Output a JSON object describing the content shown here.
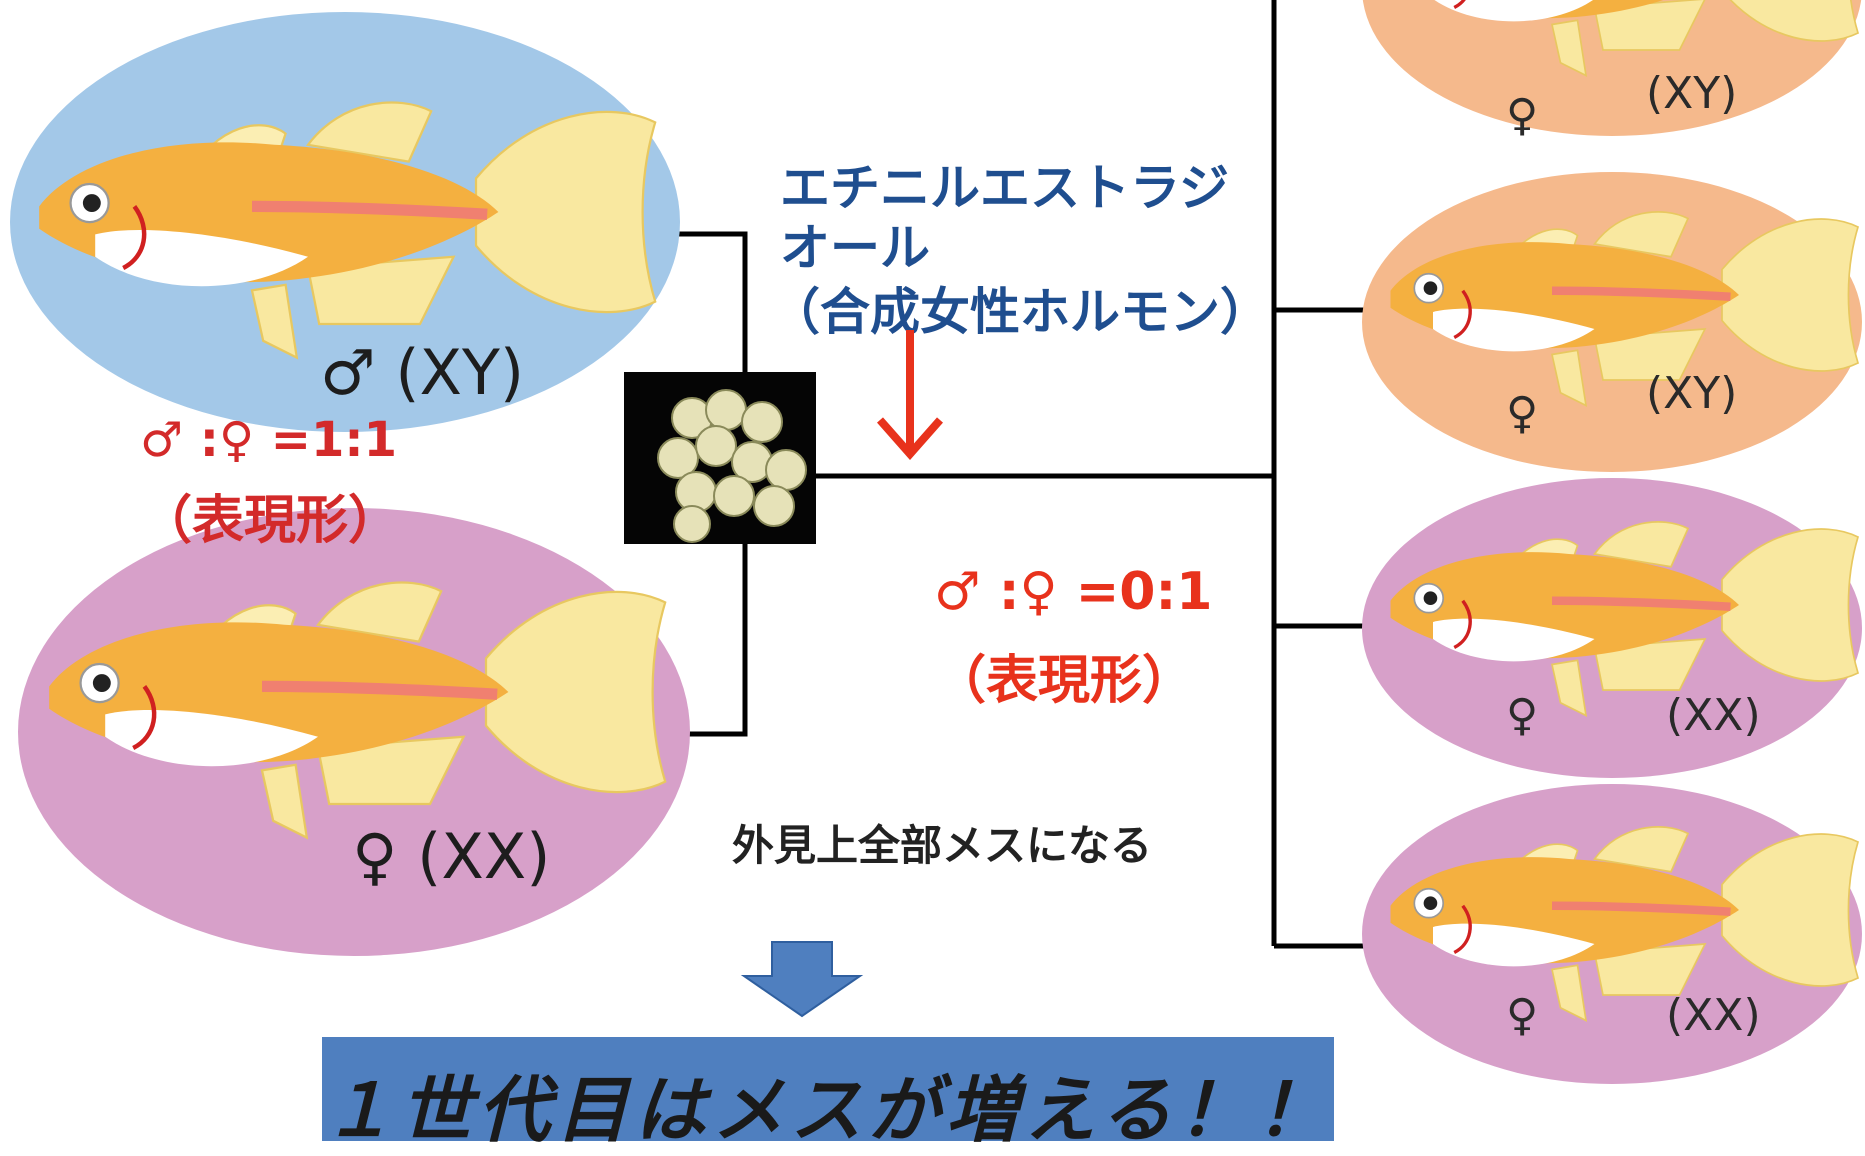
{
  "title_text": [
    "エチニルエストラジ",
    "オール",
    "（合成女性ホルモン）"
  ],
  "colors": {
    "male_bg": "#a3c8e8",
    "female_bg": "#d7a0c9",
    "treated_bg": "#f5b98c",
    "red_text": "#d32a2a",
    "arrow_red": "#e8321c",
    "banner": "#4f7fbf",
    "title_blue": "#1f4e8f"
  },
  "parents": [
    {
      "symbol": "♂",
      "genotype": "(XY)",
      "color": "male"
    },
    {
      "symbol": "♀",
      "genotype": "(XX)",
      "color": "female"
    }
  ],
  "parent_ratio": {
    "ratio": "♂ :♀ =1:1",
    "note": "（表現形）"
  },
  "offspring_ratio": {
    "ratio": "♂ :♀ =0:1",
    "note": "（表現形）"
  },
  "offspring": [
    {
      "symbol": "♀",
      "genotype": "(XY)",
      "color": "treated"
    },
    {
      "symbol": "♀",
      "genotype": "(XY)",
      "color": "treated"
    },
    {
      "symbol": "♀",
      "genotype": "(XX)",
      "color": "female"
    },
    {
      "symbol": "♀",
      "genotype": "(XX)",
      "color": "female"
    }
  ],
  "appearance_note": "外見上全部メスになる",
  "banner_text": "１世代目はメスが増える！！",
  "icons": [
    "medaka-fish-icon",
    "egg-cluster-icon",
    "down-arrow-icon",
    "down-block-arrow-icon"
  ]
}
